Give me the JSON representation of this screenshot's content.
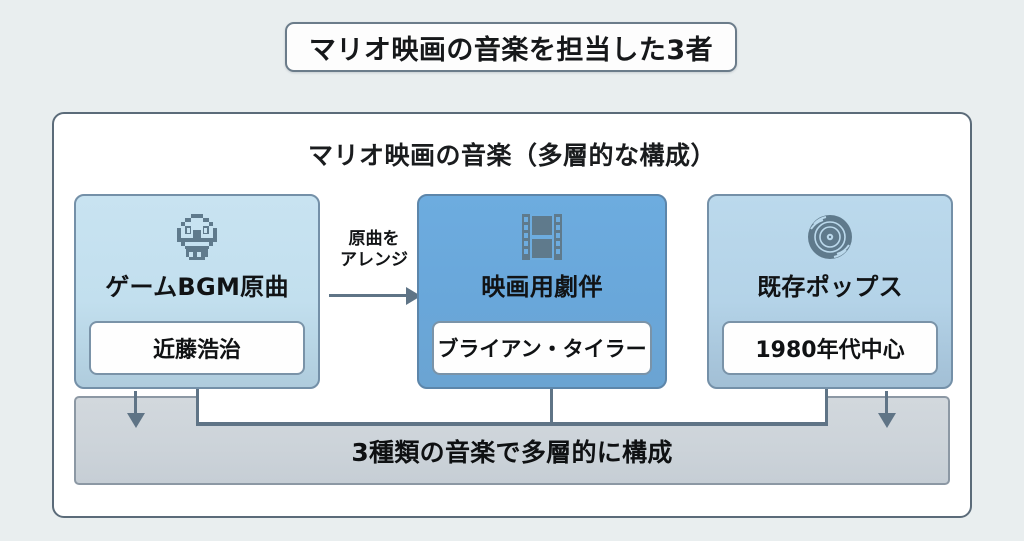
{
  "title": {
    "text": "マリオ映画の音楽を担当した3者"
  },
  "diagram": {
    "subtitle": "マリオ映画の音楽（多層的な構成）",
    "cards": [
      {
        "icon": "mushroom-icon",
        "heading": "ゲームBGM原曲",
        "value": "近藤浩治",
        "bg_color": "#c4e1f0"
      },
      {
        "icon": "film-strip-icon",
        "heading": "映画用劇伴",
        "value": "ブライアン・タイラー",
        "bg_color": "#6ba9dd"
      },
      {
        "icon": "vinyl-record-icon",
        "heading": "既存ポップス",
        "value": "1980年代中心",
        "bg_color": "#b6d5ea"
      }
    ],
    "arrow": {
      "label_line1": "原曲を",
      "label_line2": "アレンジ"
    },
    "summary": {
      "text": "3種類の音楽で多層的に構成"
    }
  },
  "colors": {
    "page_background": "#e9eeef",
    "frame_border": "#5b6b79",
    "connector": "#5f7486",
    "summary_bar": "#ccd3d9",
    "text": "#111315"
  }
}
